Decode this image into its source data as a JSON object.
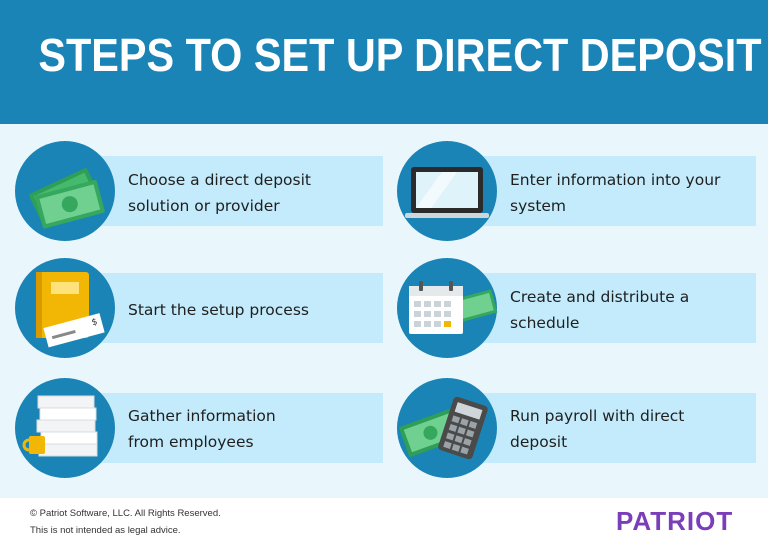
{
  "header": {
    "title": "STEPS TO SET UP DIRECT DEPOSIT"
  },
  "steps": [
    {
      "label": "Choose a direct deposit\nsolution or provider",
      "icon": "money-icon"
    },
    {
      "label": "Enter information into your\nsystem",
      "icon": "laptop-icon"
    },
    {
      "label": "Start the setup process",
      "icon": "notebook-check-icon"
    },
    {
      "label": "Create and distribute a\nschedule",
      "icon": "calendar-icon"
    },
    {
      "label": "Gather information\nfrom employees",
      "icon": "paper-stack-mug-icon"
    },
    {
      "label": "Run payroll with direct\ndeposit",
      "icon": "calculator-money-icon"
    }
  ],
  "footer": {
    "copyright": "© Patriot Software, LLC. All Rights Reserved.",
    "disclaimer": "This is not intended as legal advice.",
    "brand": "PATRIOT"
  },
  "colors": {
    "header_blue": "#1a84b6",
    "background": "#e9f7fd",
    "bar": "#c3ebfb",
    "brand_purple": "#7a3fb8"
  }
}
